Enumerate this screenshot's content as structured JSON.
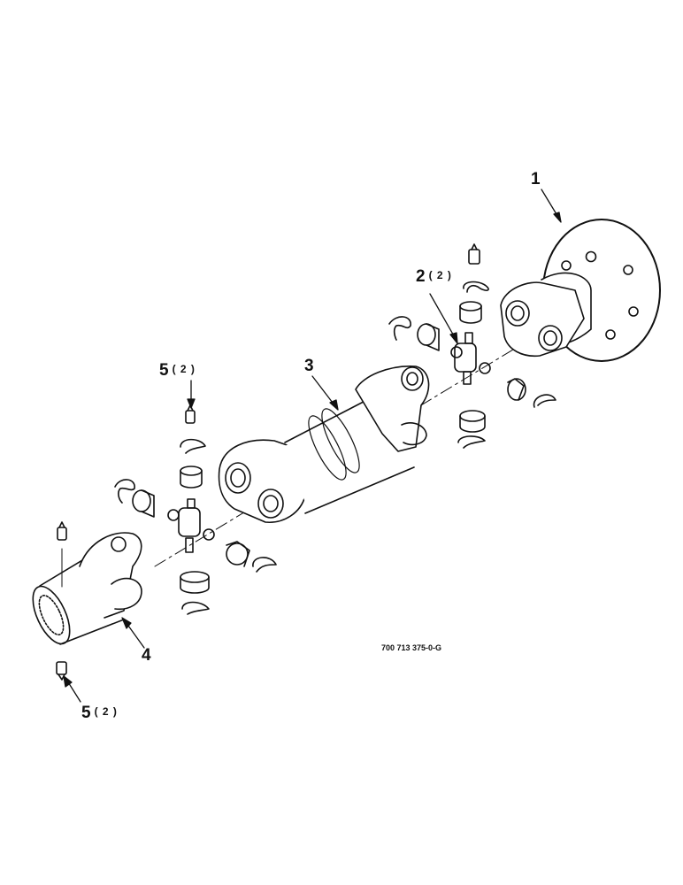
{
  "callouts": [
    {
      "id": "1",
      "num": "1",
      "qty": ""
    },
    {
      "id": "2",
      "num": "2",
      "qty": "( 2 )"
    },
    {
      "id": "3",
      "num": "3",
      "qty": ""
    },
    {
      "id": "4",
      "num": "4",
      "qty": ""
    },
    {
      "id": "5a",
      "num": "5",
      "qty": "( 2 )"
    },
    {
      "id": "5b",
      "num": "5",
      "qty": "( 2 )"
    }
  ],
  "drawing_number": "700 713 375-0-G",
  "colors": {
    "ink": "#111111",
    "paper": "#ffffff"
  }
}
